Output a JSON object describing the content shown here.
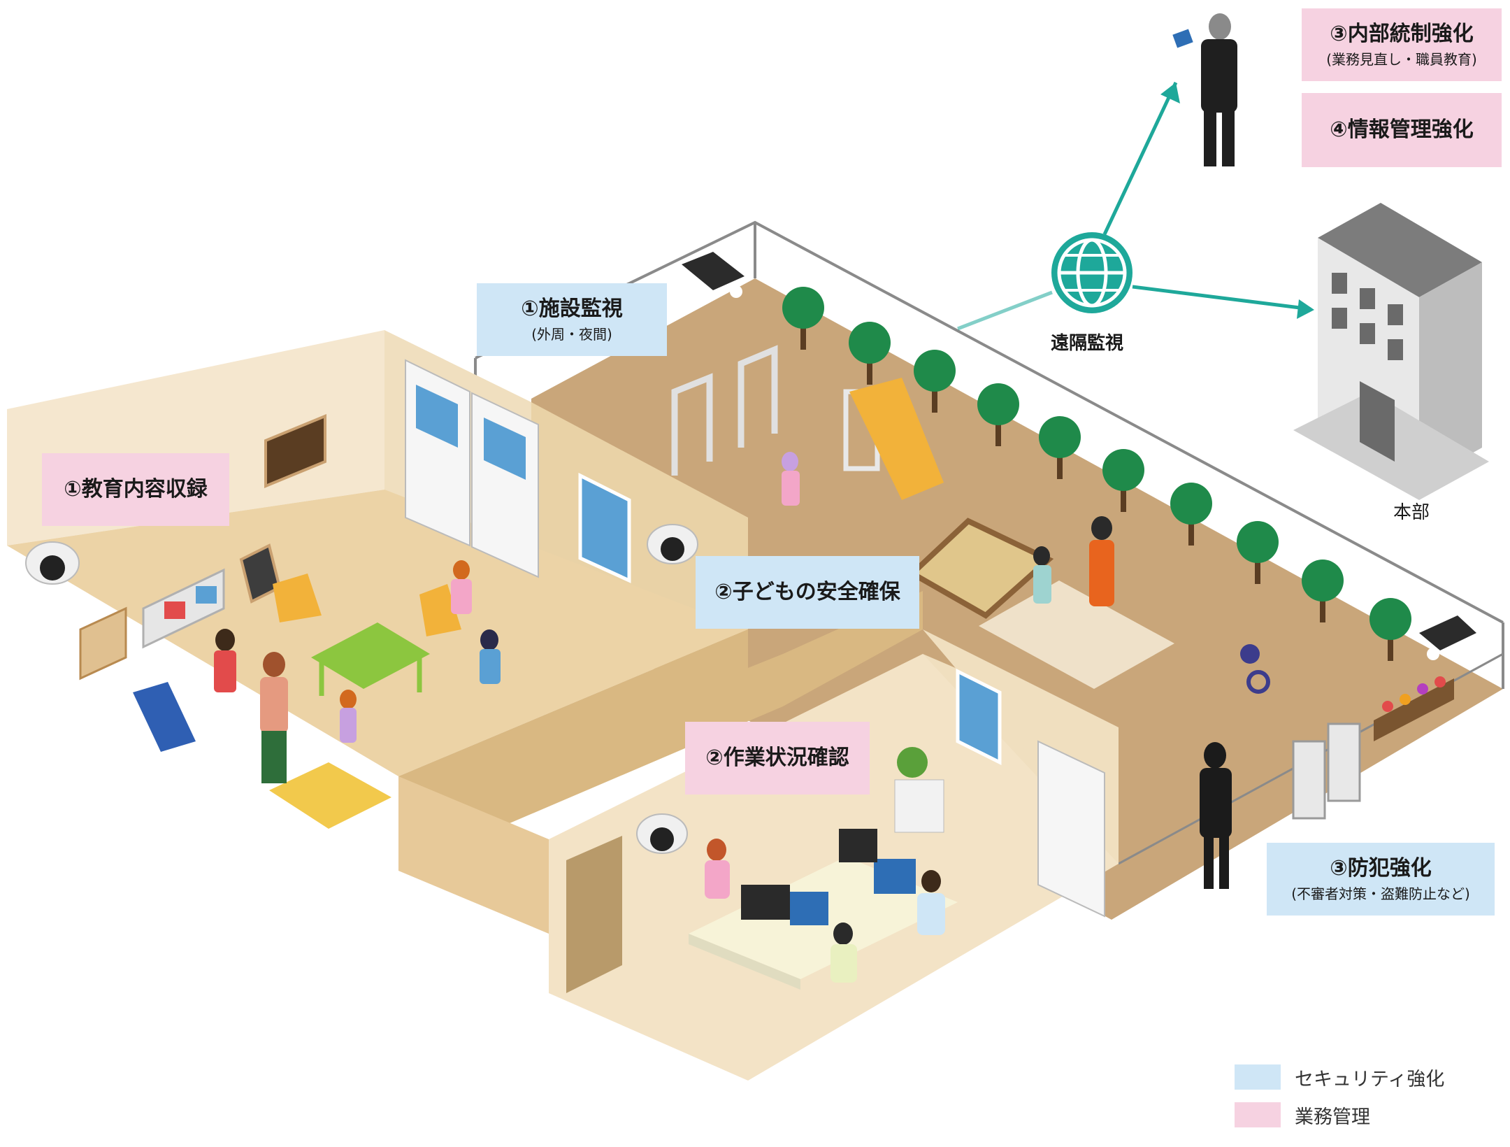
{
  "labels": {
    "facility": {
      "title": "①施設監視",
      "sub": "(外周・夜間)"
    },
    "education": {
      "title": "①教育内容収録"
    },
    "child_safety": {
      "title": "②子どもの安全確保"
    },
    "work_status": {
      "title": "②作業状況確認"
    },
    "crime_prevention": {
      "title": "③防犯強化",
      "sub": "(不審者対策・盗難防止など)"
    },
    "internal_control": {
      "title": "③内部統制強化",
      "sub": "(業務見直し・職員教育)"
    },
    "info_management": {
      "title": "④情報管理強化"
    }
  },
  "remote_monitoring": "遠隔監視",
  "headquarters": "本部",
  "legend": {
    "security": "セキュリティ強化",
    "business": "業務管理"
  },
  "colors": {
    "security": "#cfe6f6",
    "business": "#f6d2e1",
    "network": "#1ea89a",
    "floor": "#ecd3a6",
    "yard": "#c9a67a"
  }
}
